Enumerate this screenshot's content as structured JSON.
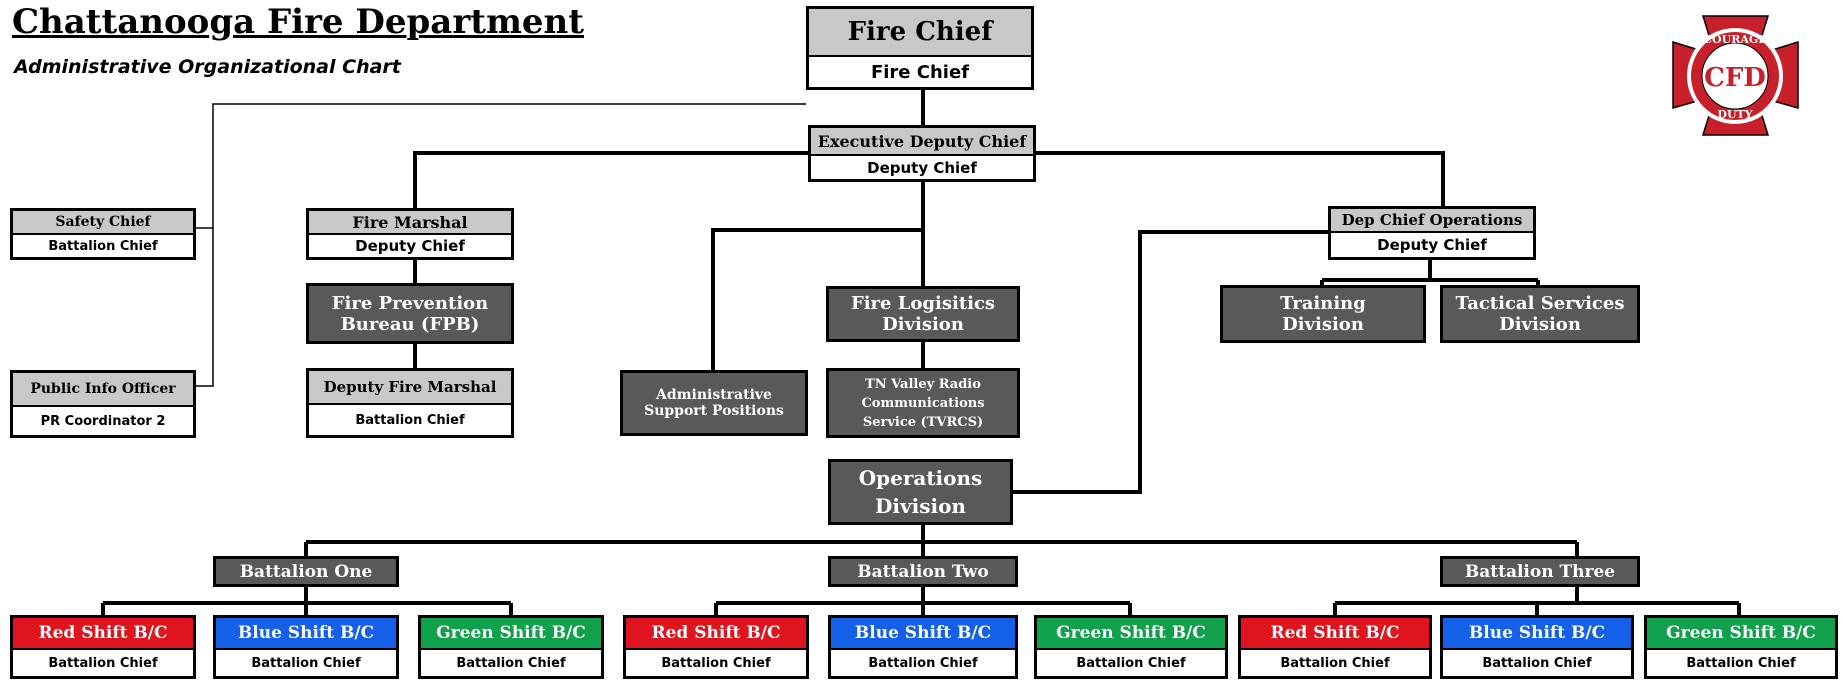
{
  "header": {
    "title": "Chattanooga Fire Department",
    "subtitle": "Administrative Organizational Chart"
  },
  "logo": {
    "top_text": "COURAGE",
    "bottom_text": "DUTY",
    "monogram": "CFD",
    "color": "#c8202a"
  },
  "colors": {
    "red_shift": "#e0141e",
    "blue_shift": "#1560e8",
    "green_shift": "#11a04c",
    "dark_box": "#595959",
    "header_gray": "#c8c8c8"
  },
  "fire_chief": {
    "title": "Fire Chief",
    "rank": "Fire Chief"
  },
  "exec_deputy": {
    "title": "Executive Deputy Chief",
    "rank": "Deputy Chief"
  },
  "safety_chief": {
    "title": "Safety Chief",
    "rank": "Battalion Chief"
  },
  "public_info": {
    "title": "Public Info Officer",
    "rank": "PR Coordinator 2"
  },
  "fire_marshal": {
    "title": "Fire Marshal",
    "rank": "Deputy Chief"
  },
  "fpb": {
    "line1": "Fire Prevention",
    "line2": "Bureau (FPB)"
  },
  "deputy_fire_marshal": {
    "title": "Deputy Fire Marshal",
    "rank": "Battalion Chief"
  },
  "admin_support": {
    "line1": "Administrative",
    "line2": "Support Positions"
  },
  "logistics": {
    "line1": "Fire Logisitics",
    "line2": "Division"
  },
  "tvrcs": {
    "line1": "TN Valley Radio",
    "line2": "Communications",
    "line3": "Service (TVRCS)"
  },
  "dep_chief_ops": {
    "title": "Dep Chief Operations",
    "rank": "Deputy Chief"
  },
  "training": {
    "line1": "Training",
    "line2": "Division"
  },
  "tactical": {
    "line1": "Tactical Services",
    "line2": "Division"
  },
  "operations": {
    "line1": "Operations",
    "line2": "Division"
  },
  "battalions": [
    {
      "name": "Battalion One",
      "shifts": [
        {
          "title": "Red Shift B/C",
          "rank": "Battalion Chief"
        },
        {
          "title": "Blue Shift B/C",
          "rank": "Battalion Chief"
        },
        {
          "title": "Green Shift B/C",
          "rank": "Battalion Chief"
        }
      ]
    },
    {
      "name": "Battalion Two",
      "shifts": [
        {
          "title": "Red Shift B/C",
          "rank": "Battalion Chief"
        },
        {
          "title": "Blue Shift B/C",
          "rank": "Battalion Chief"
        },
        {
          "title": "Green Shift B/C",
          "rank": "Battalion Chief"
        }
      ]
    },
    {
      "name": "Battalion Three",
      "shifts": [
        {
          "title": "Red Shift B/C",
          "rank": "Battalion Chief"
        },
        {
          "title": "Blue Shift B/C",
          "rank": "Battalion Chief"
        },
        {
          "title": "Green Shift B/C",
          "rank": "Battalion Chief"
        }
      ]
    }
  ]
}
